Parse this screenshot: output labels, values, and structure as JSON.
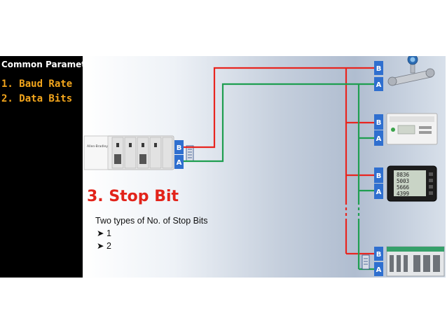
{
  "left_panel": {
    "title": "Common Parameter",
    "items": [
      "1. Baud Rate",
      "2. Data Bits"
    ]
  },
  "main": {
    "heading": "3. Stop Bit",
    "subtitle": "Two types of No. of Stop Bits",
    "options": [
      "1",
      "2"
    ]
  },
  "plc": {
    "brand": "Allen-Bradley"
  },
  "terminals": {
    "b_label": "B",
    "a_label": "A"
  },
  "meters": {
    "power_meter_readings": [
      "8836",
      "5003",
      "5666",
      "4399"
    ]
  },
  "colors": {
    "wire_b": "#e8251f",
    "wire_a": "#1e9e50",
    "terminal": "#2f6fcf",
    "heading": "#e2231a",
    "left_items": "#f2a51c",
    "left_panel_bg": "#000000"
  }
}
